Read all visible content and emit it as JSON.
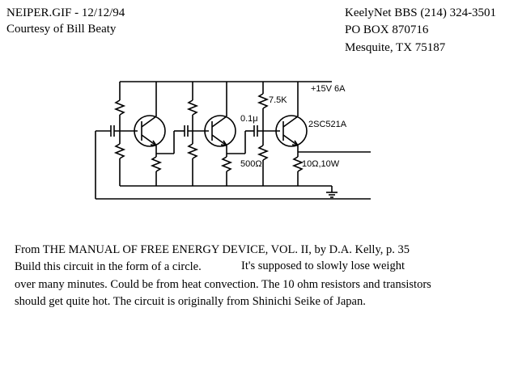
{
  "header": {
    "file_label": "NEIPER.GIF  -  12/12/94",
    "courtesy": "Courtesy of Bill Beaty",
    "bbs": "KeelyNet BBS (214) 324-3501",
    "pobox": "PO BOX 870716",
    "city": "Mesquite, TX 75187"
  },
  "schematic": {
    "supply": "+15V 6A",
    "r_top": "7.5K",
    "capacitor": "0.1μ",
    "transistor": "2SC521A",
    "r_emitter": "10Ω,10W",
    "r_bottom": "500Ω"
  },
  "notes": {
    "line1": "From THE MANUAL OF FREE ENERGY DEVICE, VOL. II, by D.A. Kelly, p. 35",
    "line2a": "Build this circuit in the form of a circle.",
    "line2b": "It's supposed to slowly lose weight",
    "line3": "over many minutes.  Could be from heat convection.  The 10 ohm resistors and transistors",
    "line4": "should get quite hot.  The circuit is originally from Shinichi Seike of Japan."
  }
}
